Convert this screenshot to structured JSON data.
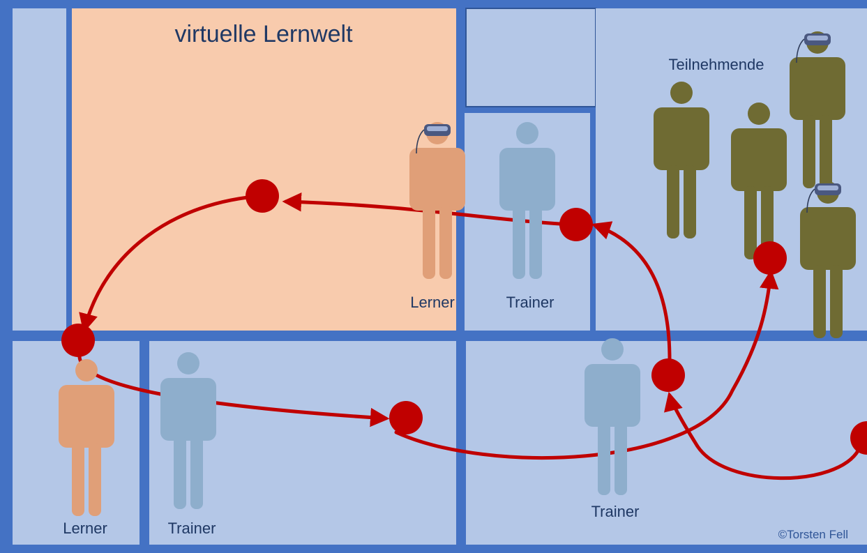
{
  "title": "virtuelle Lernwelt",
  "labels": {
    "participants": "Teilnehmende",
    "learner_vr": "Lerner",
    "trainer_top": "Trainer",
    "learner_bottom": "Lerner",
    "trainer_bottom_left": "Trainer",
    "trainer_bottom_right": "Trainer"
  },
  "copyright": "©Torsten Fell",
  "colors": {
    "frame": "#4472c4",
    "room_fill": "#b4c7e7",
    "virtual_world_fill": "#f8cbad",
    "learner": "#e09f78",
    "trainer": "#8eaecc",
    "participant": "#6f6b33",
    "headset": "#4a5880",
    "flow": "#c00000",
    "text": "#1f3864"
  },
  "icons": [
    "person-icon",
    "vr-headset-icon",
    "flow-node-icon",
    "arrow-head-icon"
  ]
}
